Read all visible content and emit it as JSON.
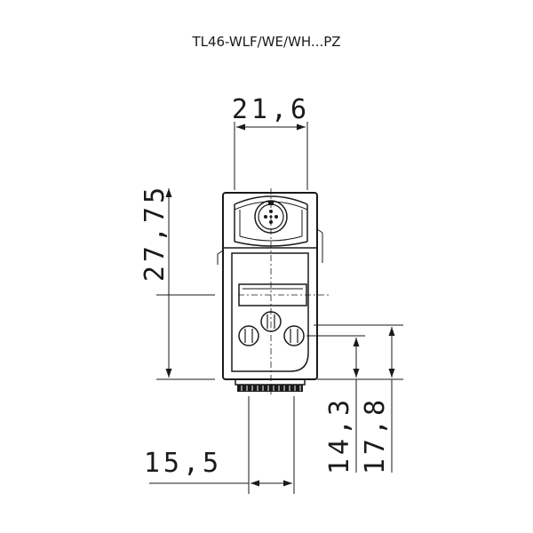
{
  "drawing": {
    "title": "TL46-WLF/WE/WH...PZ",
    "dimensions": {
      "width_top": "21,6",
      "height_left": "27,75",
      "width_bottom": "15,5",
      "height_right_inner": "14,3",
      "height_right_outer": "17,8"
    }
  }
}
